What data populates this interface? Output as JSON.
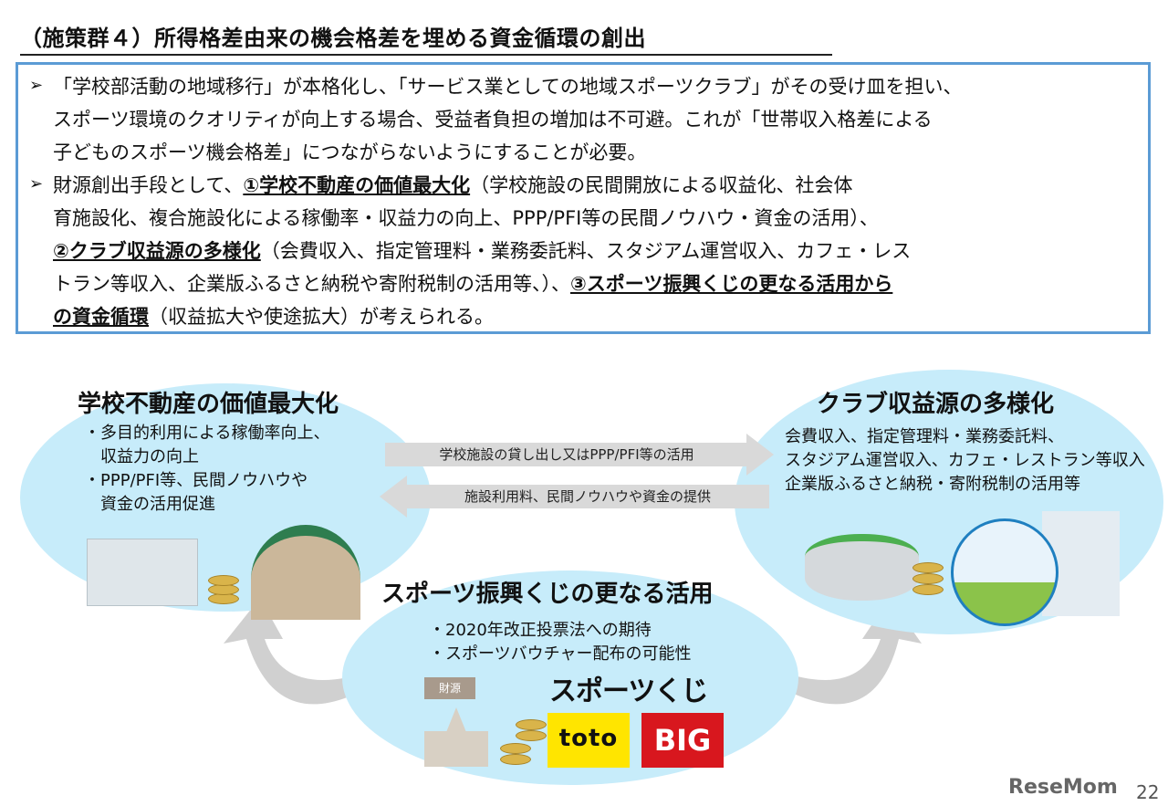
{
  "title": "（施策群４）所得格差由来の機会格差を埋める資金循環の創出",
  "bullets": {
    "b1_lines": [
      "「学校部活動の地域移行」が本格化し、「サービス業としての地域スポーツクラブ」がその受け皿を担い、",
      "スポーツ環境のクオリティが向上する場合、受益者負担の増加は不可避。これが「世帯収入格差による",
      "子どものスポーツ機会格差」につながらないようにすることが必要。"
    ],
    "b2_l1_pre": "財源創出手段として、",
    "b2_l1_u": "①学校不動産の価値最大化",
    "b2_l1_post": "（学校施設の民間開放による収益化、社会体",
    "b2_l2": "育施設化、複合施設化による稼働率・収益力の向上、PPP/PFI等の民間ノウハウ・資金の活用）、",
    "b2_l3_u": "②クラブ収益源の多様化",
    "b2_l3_post": "（会費収入、指定管理料・業務委託料、スタジアム運営収入、カフェ・レス",
    "b2_l4_pre": "トラン等収入、企業版ふるさと納税や寄附税制の活用等、）、",
    "b2_l4_u": "③スポーツ振興くじの更なる活用から",
    "b2_l5_u": "の資金循環",
    "b2_l5_post": "（収益拡大や使途拡大）が考えられる。"
  },
  "left": {
    "heading": "学校不動産の価値最大化",
    "lines": [
      "・多目的利用による稼働率向上、",
      "　収益力の向上",
      "・PPP/PFI等、民間ノウハウや",
      "　資金の活用促進"
    ]
  },
  "right": {
    "heading": "クラブ収益源の多様化",
    "lines": [
      "会費収入、指定管理料・業務委託料、",
      "スタジアム運営収入、カフェ・レストラン等収入",
      "企業版ふるさと納税・寄附税制の活用等"
    ]
  },
  "bottom": {
    "heading": "スポーツ振興くじの更なる活用",
    "lines": [
      "・2020年改正投票法への期待",
      "・スポーツバウチャー配布の可能性"
    ],
    "badge": "財源",
    "logo_sportskuji": "スポーツくじ",
    "logo_toto": "toto",
    "logo_big": "BIG"
  },
  "arrows": {
    "to_right": "学校施設の貸し出し又はPPP/PFI等の活用",
    "to_left": "施設利用料、民間ノウハウや資金の提供"
  },
  "watermark": "ReseMom",
  "page_number": "22",
  "colors": {
    "ellipse": "#c7ecfa",
    "border": "#5b9bd5",
    "arrow": "#d9d9d9"
  }
}
